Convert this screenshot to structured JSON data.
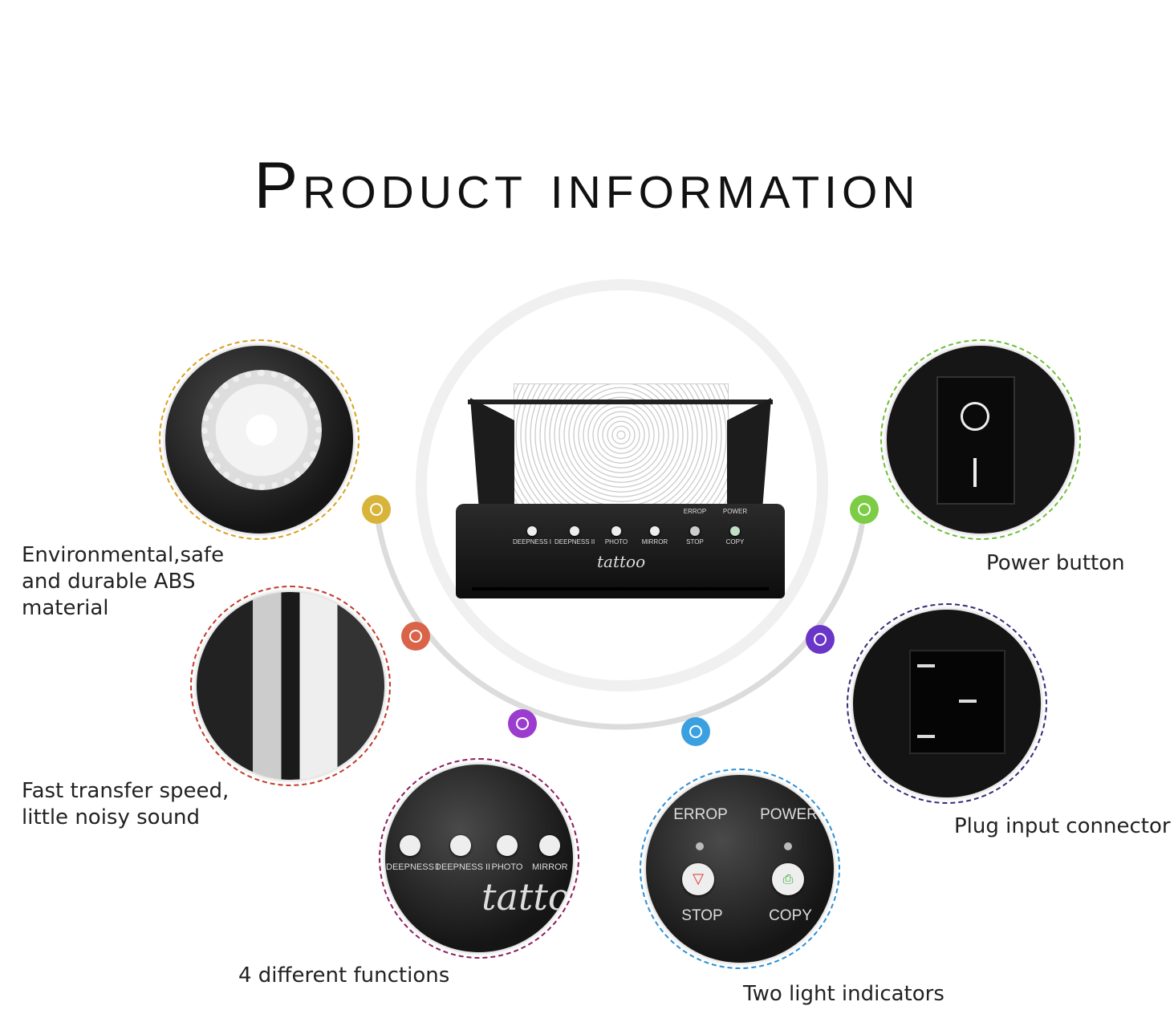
{
  "title": "Product information",
  "colors": {
    "gear": "#d9a21e",
    "abs": "#c23a2c",
    "functions": "#8e1c5f",
    "indicators": "#2b8fd6",
    "power": "#6fbf3a",
    "plug": "#3a2a78",
    "dot_gold": "#d8b43a",
    "dot_red": "#d9644a",
    "dot_purple": "#9c3ccf",
    "dot_blue": "#3ba0e0",
    "dot_violet": "#6a36c8",
    "dot_green": "#7ccc45"
  },
  "features": {
    "material": "Environmental,safe and durable ABS material",
    "speed": "Fast transfer speed, little noisy sound",
    "functions": "4 different functions",
    "indicators": "Two light indicators",
    "power": "Power button",
    "plug": "Plug input connector"
  },
  "panel": {
    "buttons": [
      "DEEPNESS I",
      "DEEPNESS II",
      "PHOTO",
      "MIRROR"
    ],
    "indicators": [
      {
        "top": "ERROP",
        "bottom": "STOP"
      },
      {
        "top": "POWER",
        "bottom": "COPY"
      }
    ],
    "logo": "tattoo",
    "logo_partial": "tatto"
  }
}
